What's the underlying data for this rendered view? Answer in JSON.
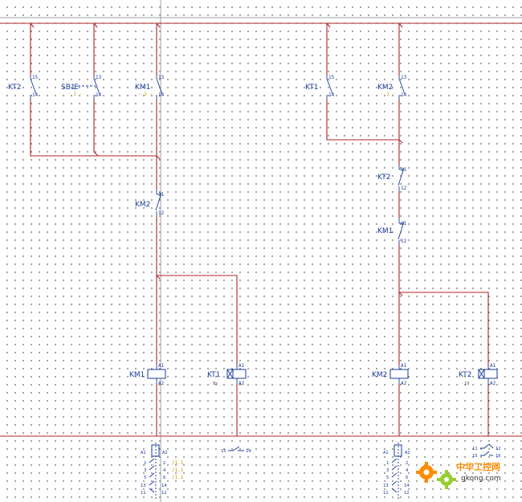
{
  "components": {
    "kt2_contact_1": {
      "label": "KT2",
      "pin_top": "15",
      "pin_bottom": "14"
    },
    "sb1": {
      "label": "SB1",
      "switch_glyph": "E",
      "pin_top": "13",
      "pin_bottom": "14",
      "ref": "· 1 ·"
    },
    "km1_seal": {
      "label": "KM1",
      "pin_top": "13",
      "pin_bottom": "14",
      "ref": "· 1 ·"
    },
    "km2_nc": {
      "label": "KM2",
      "pin_top": "11",
      "pin_bottom": "12"
    },
    "km1_coil": {
      "label": "KM1",
      "pin_top": "A1",
      "pin_bottom": "A2"
    },
    "kt1_coil": {
      "label": "KT1",
      "pin_top": "A1",
      "pin_bottom": "A2",
      "setting": "· 8s"
    },
    "kt1_contact": {
      "label": "KT1",
      "pin_top": "15",
      "pin_bottom": "14"
    },
    "km2_seal": {
      "label": "KM2",
      "pin_top": "13",
      "pin_bottom": "14",
      "ref": "· 1 ·"
    },
    "kt2_nc": {
      "label": "KT2",
      "pin_top": "11",
      "pin_bottom": "12"
    },
    "km1_nc": {
      "label": "KM1",
      "pin_top": "11",
      "pin_bottom": "12"
    },
    "km2_coil": {
      "label": "KM2",
      "pin_top": "A1",
      "pin_bottom": "A2"
    },
    "kt2_coil": {
      "label": "KT2",
      "pin_top": "A1",
      "pin_bottom": "A2",
      "setting": "· 10"
    }
  },
  "cross_refs": {
    "km1": {
      "coil_left": "A1",
      "coil_right": "A2",
      "rows": [
        {
          "a": "1",
          "b": "2",
          "ref": "/1.1"
        },
        {
          "a": "3",
          "b": "4",
          "ref": "/1.1"
        },
        {
          "a": "5",
          "b": "6",
          "ref": "/1.1"
        },
        {
          "a": "13",
          "b": "14",
          "ref": ""
        },
        {
          "a": "11",
          "b": "12",
          "ref": ""
        }
      ]
    },
    "kt1": {
      "row": {
        "a": "15",
        "b": "14"
      }
    },
    "km2": {
      "coil_left": "A1",
      "coil_right": "A2",
      "rows": [
        {
          "a": "1",
          "b": "2",
          "ref": ""
        },
        {
          "a": "3",
          "b": "4",
          "ref": ""
        },
        {
          "a": "5",
          "b": "6",
          "ref": ""
        },
        {
          "a": "13",
          "b": "14",
          "ref": ""
        },
        {
          "a": "11",
          "b": "12",
          "ref": ""
        }
      ]
    },
    "kt2": {
      "rows": [
        {
          "a": "11",
          "b": "12"
        },
        {
          "a": "15",
          "b": "16"
        }
      ]
    }
  },
  "watermark": {
    "cn": "中华工控网",
    "en": "gkong.com",
    "accent": "#ff8c00"
  },
  "colors": {
    "wire": "#b22222",
    "component": "#1a3c9a",
    "grid": "#555555",
    "ref": "#b8a000"
  }
}
